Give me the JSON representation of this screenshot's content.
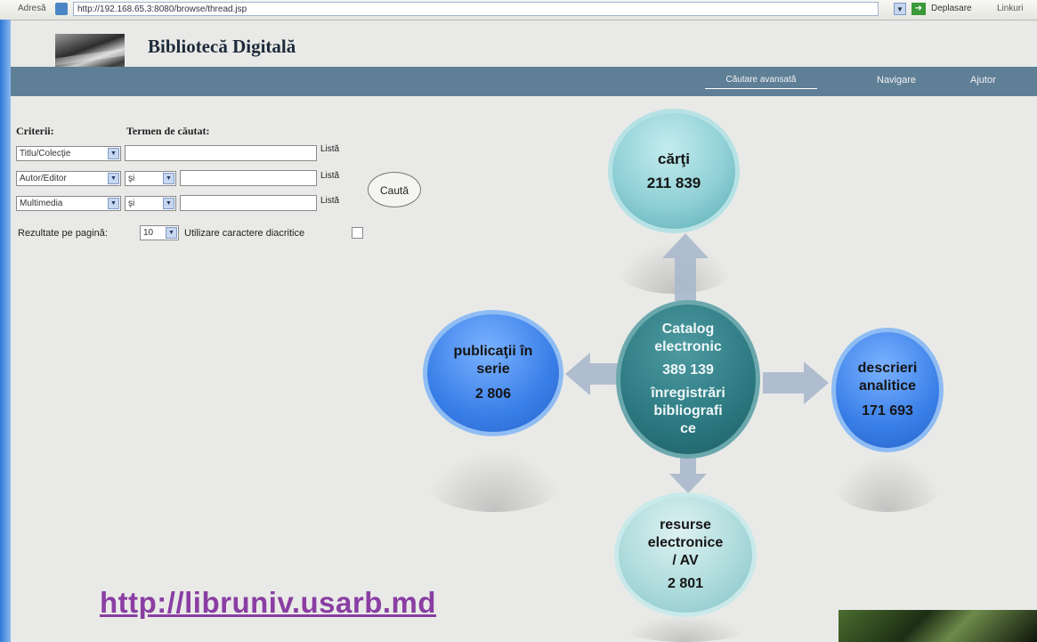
{
  "browser": {
    "address_label": "Adresă",
    "url": "http://192.168.65.3:8080/browse/thread.jsp",
    "go_label": "Deplasare",
    "links_label": "Linkuri"
  },
  "header": {
    "site_title": "Bibliotecă Digitală",
    "nav": {
      "advanced_search": "Căutare avansată",
      "browse": "Navigare",
      "help": "Ajutor"
    }
  },
  "search_form": {
    "criteria_label": "Criterii:",
    "term_label": "Termen de căutat:",
    "rows": [
      {
        "field": "Titlu/Colecţie",
        "operator": "",
        "list_label": "Listă"
      },
      {
        "field": "Autor/Editor",
        "operator": "şi",
        "list_label": "Listă"
      },
      {
        "field": "Multimedia",
        "operator": "şi",
        "list_label": "Listă"
      }
    ],
    "search_button": "Caută",
    "results_per_page_label": "Rezultate pe pagină:",
    "results_per_page_value": "10",
    "diacritics_label": "Utilizare caractere diacritice"
  },
  "diagram": {
    "center": {
      "l1": "Catalog",
      "l2": "electronic",
      "count": "389 139",
      "l3": "înregistrări",
      "l4": "bibliografi",
      "l5": "ce"
    },
    "top": {
      "label": "cărţi",
      "count": "211 839"
    },
    "left": {
      "l1": "publicaţii în",
      "l2": "serie",
      "count": "2 806"
    },
    "right": {
      "l1": "descrieri",
      "l2": "analitice",
      "count": "171 693"
    },
    "bottom": {
      "l1": "resurse",
      "l2": "electronice",
      "l3": "/ AV",
      "count": "2 801"
    }
  },
  "footer": {
    "site_url": "http://libruniv.usarb.md"
  }
}
